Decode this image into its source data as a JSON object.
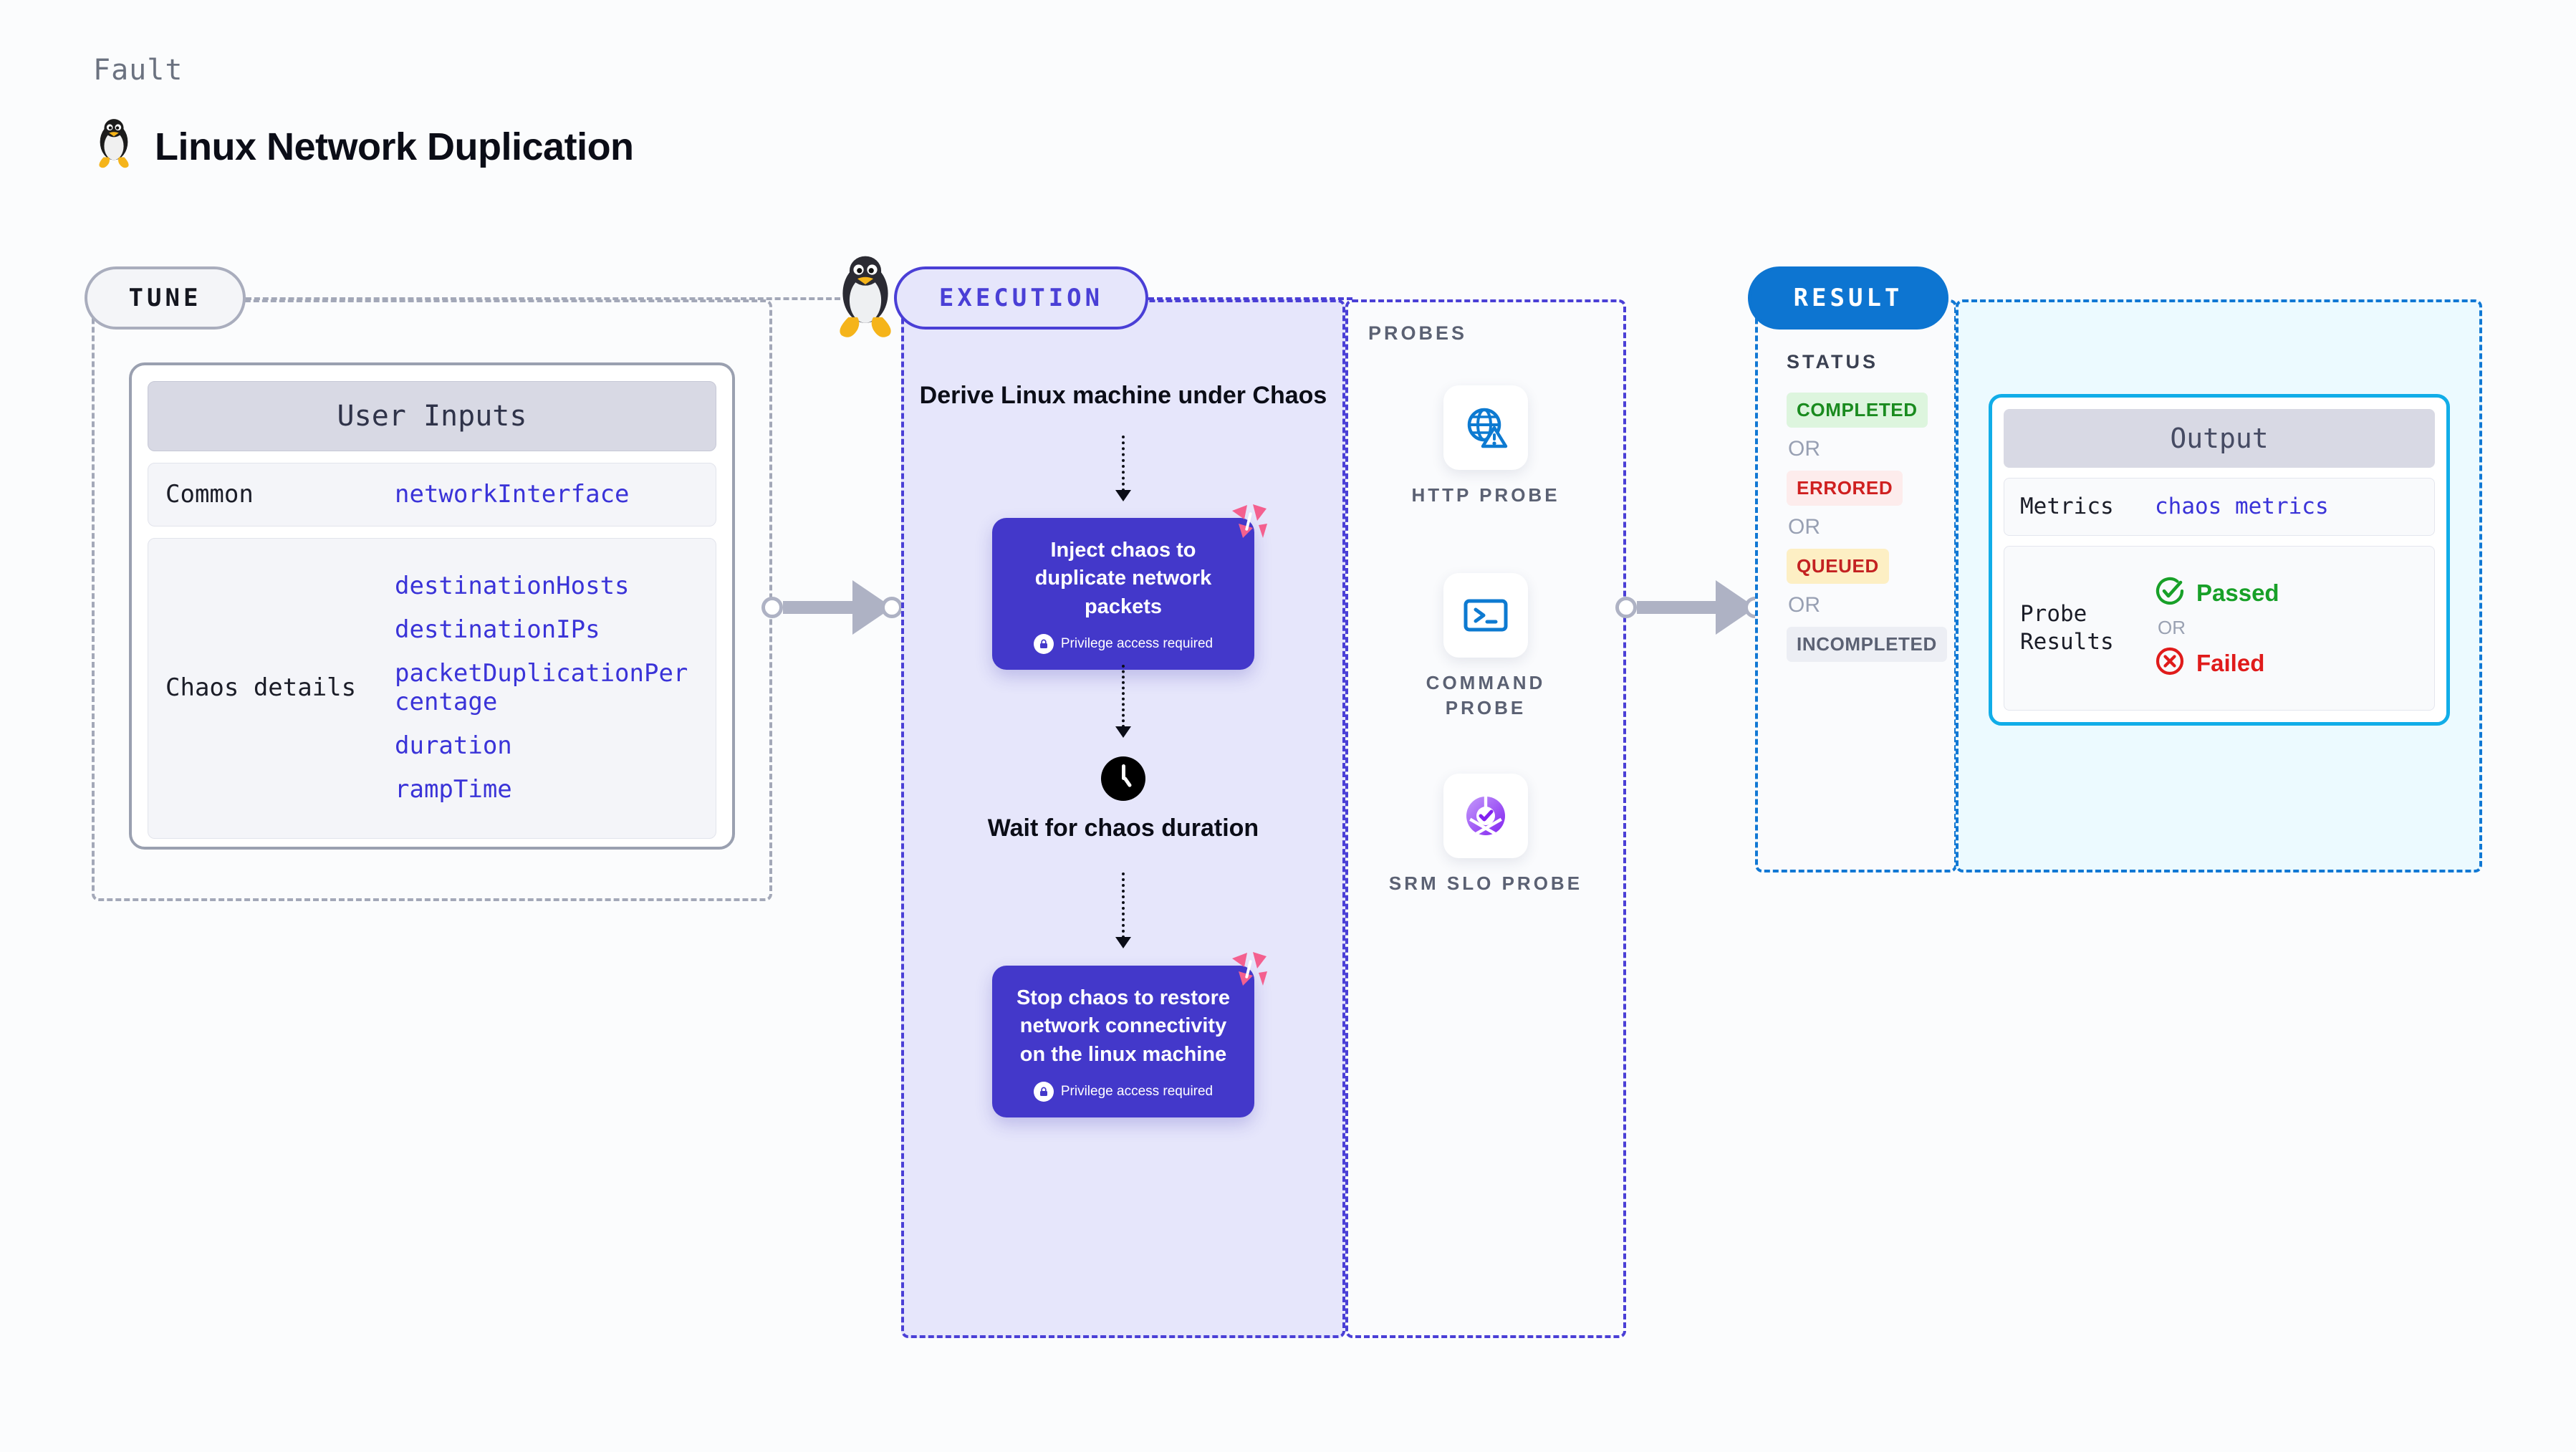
{
  "header": {
    "eyebrow": "Fault",
    "title": "Linux Network Duplication",
    "os_icon": "linux-penguin-icon"
  },
  "tune": {
    "badge": "TUNE",
    "card_title": "User Inputs",
    "rows": [
      {
        "label": "Common",
        "values": [
          "networkInterface"
        ]
      },
      {
        "label": "Chaos details",
        "values": [
          "destinationHosts",
          "destinationIPs",
          "packetDuplicationPercentage",
          "duration",
          "rampTime"
        ]
      }
    ]
  },
  "execution": {
    "badge": "EXECUTION",
    "steps": [
      {
        "kind": "title",
        "text": "Derive Linux machine under Chaos"
      },
      {
        "kind": "card",
        "text": "Inject chaos to duplicate network packets",
        "note": "Privilege access required",
        "icon": "lock-icon",
        "mark": "harness-logo-icon"
      },
      {
        "kind": "wait",
        "text": "Wait for chaos duration",
        "icon": "clock-icon"
      },
      {
        "kind": "card",
        "text": "Stop chaos to restore network connectivity on the linux machine",
        "note": "Privilege access required",
        "icon": "lock-icon",
        "mark": "harness-logo-icon"
      }
    ]
  },
  "probes": {
    "title": "PROBES",
    "items": [
      {
        "label": "HTTP PROBE",
        "icon": "globe-warning-icon"
      },
      {
        "label": "COMMAND PROBE",
        "icon": "terminal-icon"
      },
      {
        "label": "SRM SLO PROBE",
        "icon": "slo-donut-check-icon"
      }
    ]
  },
  "result": {
    "badge": "RESULT",
    "status_title": "STATUS",
    "or_label": "OR",
    "statuses": [
      {
        "label": "COMPLETED",
        "bg": "#ddf5de",
        "fg": "#1a8b1f"
      },
      {
        "label": "ERRORED",
        "bg": "#fdecec",
        "fg": "#cf2020"
      },
      {
        "label": "QUEUED",
        "bg": "#fdefc4",
        "fg": "#c32121"
      },
      {
        "label": "INCOMPLETED",
        "bg": "#eceef4",
        "fg": "#5b6173"
      }
    ]
  },
  "output": {
    "card_title": "Output",
    "metrics_label": "Metrics",
    "metrics_value": "chaos metrics",
    "probe_results_label": "Probe Results",
    "or_label": "OR",
    "passed_label": "Passed",
    "failed_label": "Failed",
    "passed_color": "#18a028",
    "failed_color": "#e01b1b",
    "passed_icon": "check-circle-icon",
    "failed_icon": "x-circle-icon"
  },
  "connectors": {
    "tune_to_execution": "arrow-right-icon",
    "probes_to_result": "arrow-right-icon"
  },
  "colors": {
    "accent_purple": "#4338ca",
    "accent_blue": "#0d75d1",
    "harness_pink": "#f4608f",
    "mono_value": "#3a33d8"
  }
}
